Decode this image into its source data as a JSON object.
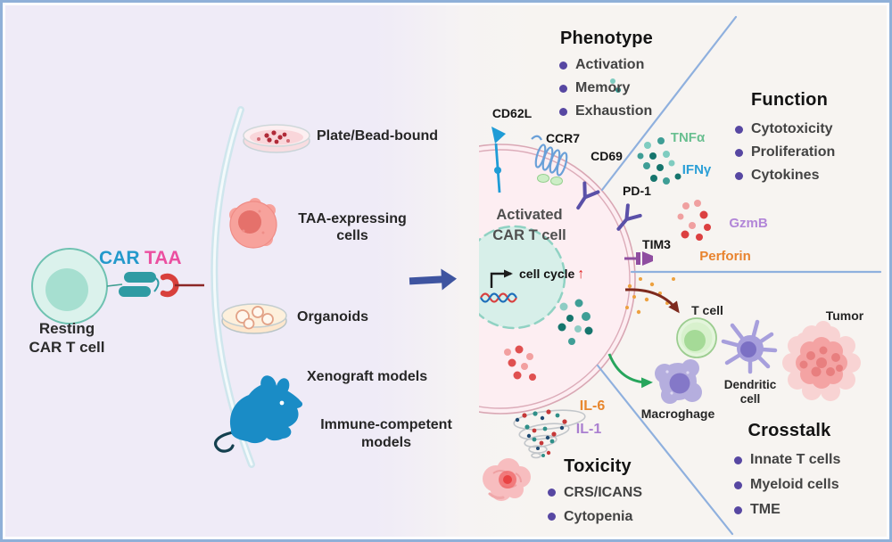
{
  "left": {
    "car": "CAR",
    "taa": "TAA",
    "resting_line1": "Resting",
    "resting_line2": "CAR T cell",
    "plate": "Plate/Bead-bound",
    "taa_cells_line1": "TAA-expressing",
    "taa_cells_line2": "cells",
    "organoids": "Organoids",
    "xenograft": "Xenograft models",
    "immune_line1": "Immune-competent",
    "immune_line2": "models"
  },
  "cell": {
    "name_line1": "Activated",
    "name_line2": "CAR T cell",
    "cell_cycle": "cell cycle",
    "up_arrow": "↑",
    "receptors": {
      "cd62l": "CD62L",
      "ccr7": "CCR7",
      "cd69": "CD69",
      "pd1": "PD-1",
      "tim3": "TIM3"
    }
  },
  "molecules": {
    "tnfa": "TNFα",
    "ifng": "IFNγ",
    "gzmb": "GzmB",
    "perforin": "Perforin",
    "il6": "IL-6",
    "il1": "IL-1"
  },
  "sections": {
    "phenotype": {
      "title": "Phenotype",
      "items": [
        "Activation",
        "Memory",
        "Exhaustion"
      ]
    },
    "function": {
      "title": "Function",
      "items": [
        "Cytotoxicity",
        "Proliferation",
        "Cytokines"
      ]
    },
    "crosstalk": {
      "title": "Crosstalk",
      "items": [
        "Innate T cells",
        "Myeloid cells",
        "TME"
      ]
    },
    "toxicity": {
      "title": "Toxicity",
      "items": [
        "CRS/ICANS",
        "Cytopenia"
      ]
    }
  },
  "crosstalk_cells": {
    "t_cell": "T cell",
    "dendritic_line1": "Dendritic",
    "dendritic_line2": "cell",
    "macrophage": "Macroghage",
    "tumor": "Tumor"
  },
  "colors": {
    "car_blue": "#2499cb",
    "taa_pink": "#eb4fa0",
    "tnfa_green": "#69bf90",
    "ifng_blue": "#2b9fd6",
    "gzmb_purple": "#b286d8",
    "perforin_orange": "#e8832e",
    "il6_orange": "#e8872e",
    "il1_purple": "#aa7fd0",
    "bullet_purple": "#5747a2",
    "divider_blue": "#8fb0de",
    "frame_blue": "#8fb0d8"
  }
}
